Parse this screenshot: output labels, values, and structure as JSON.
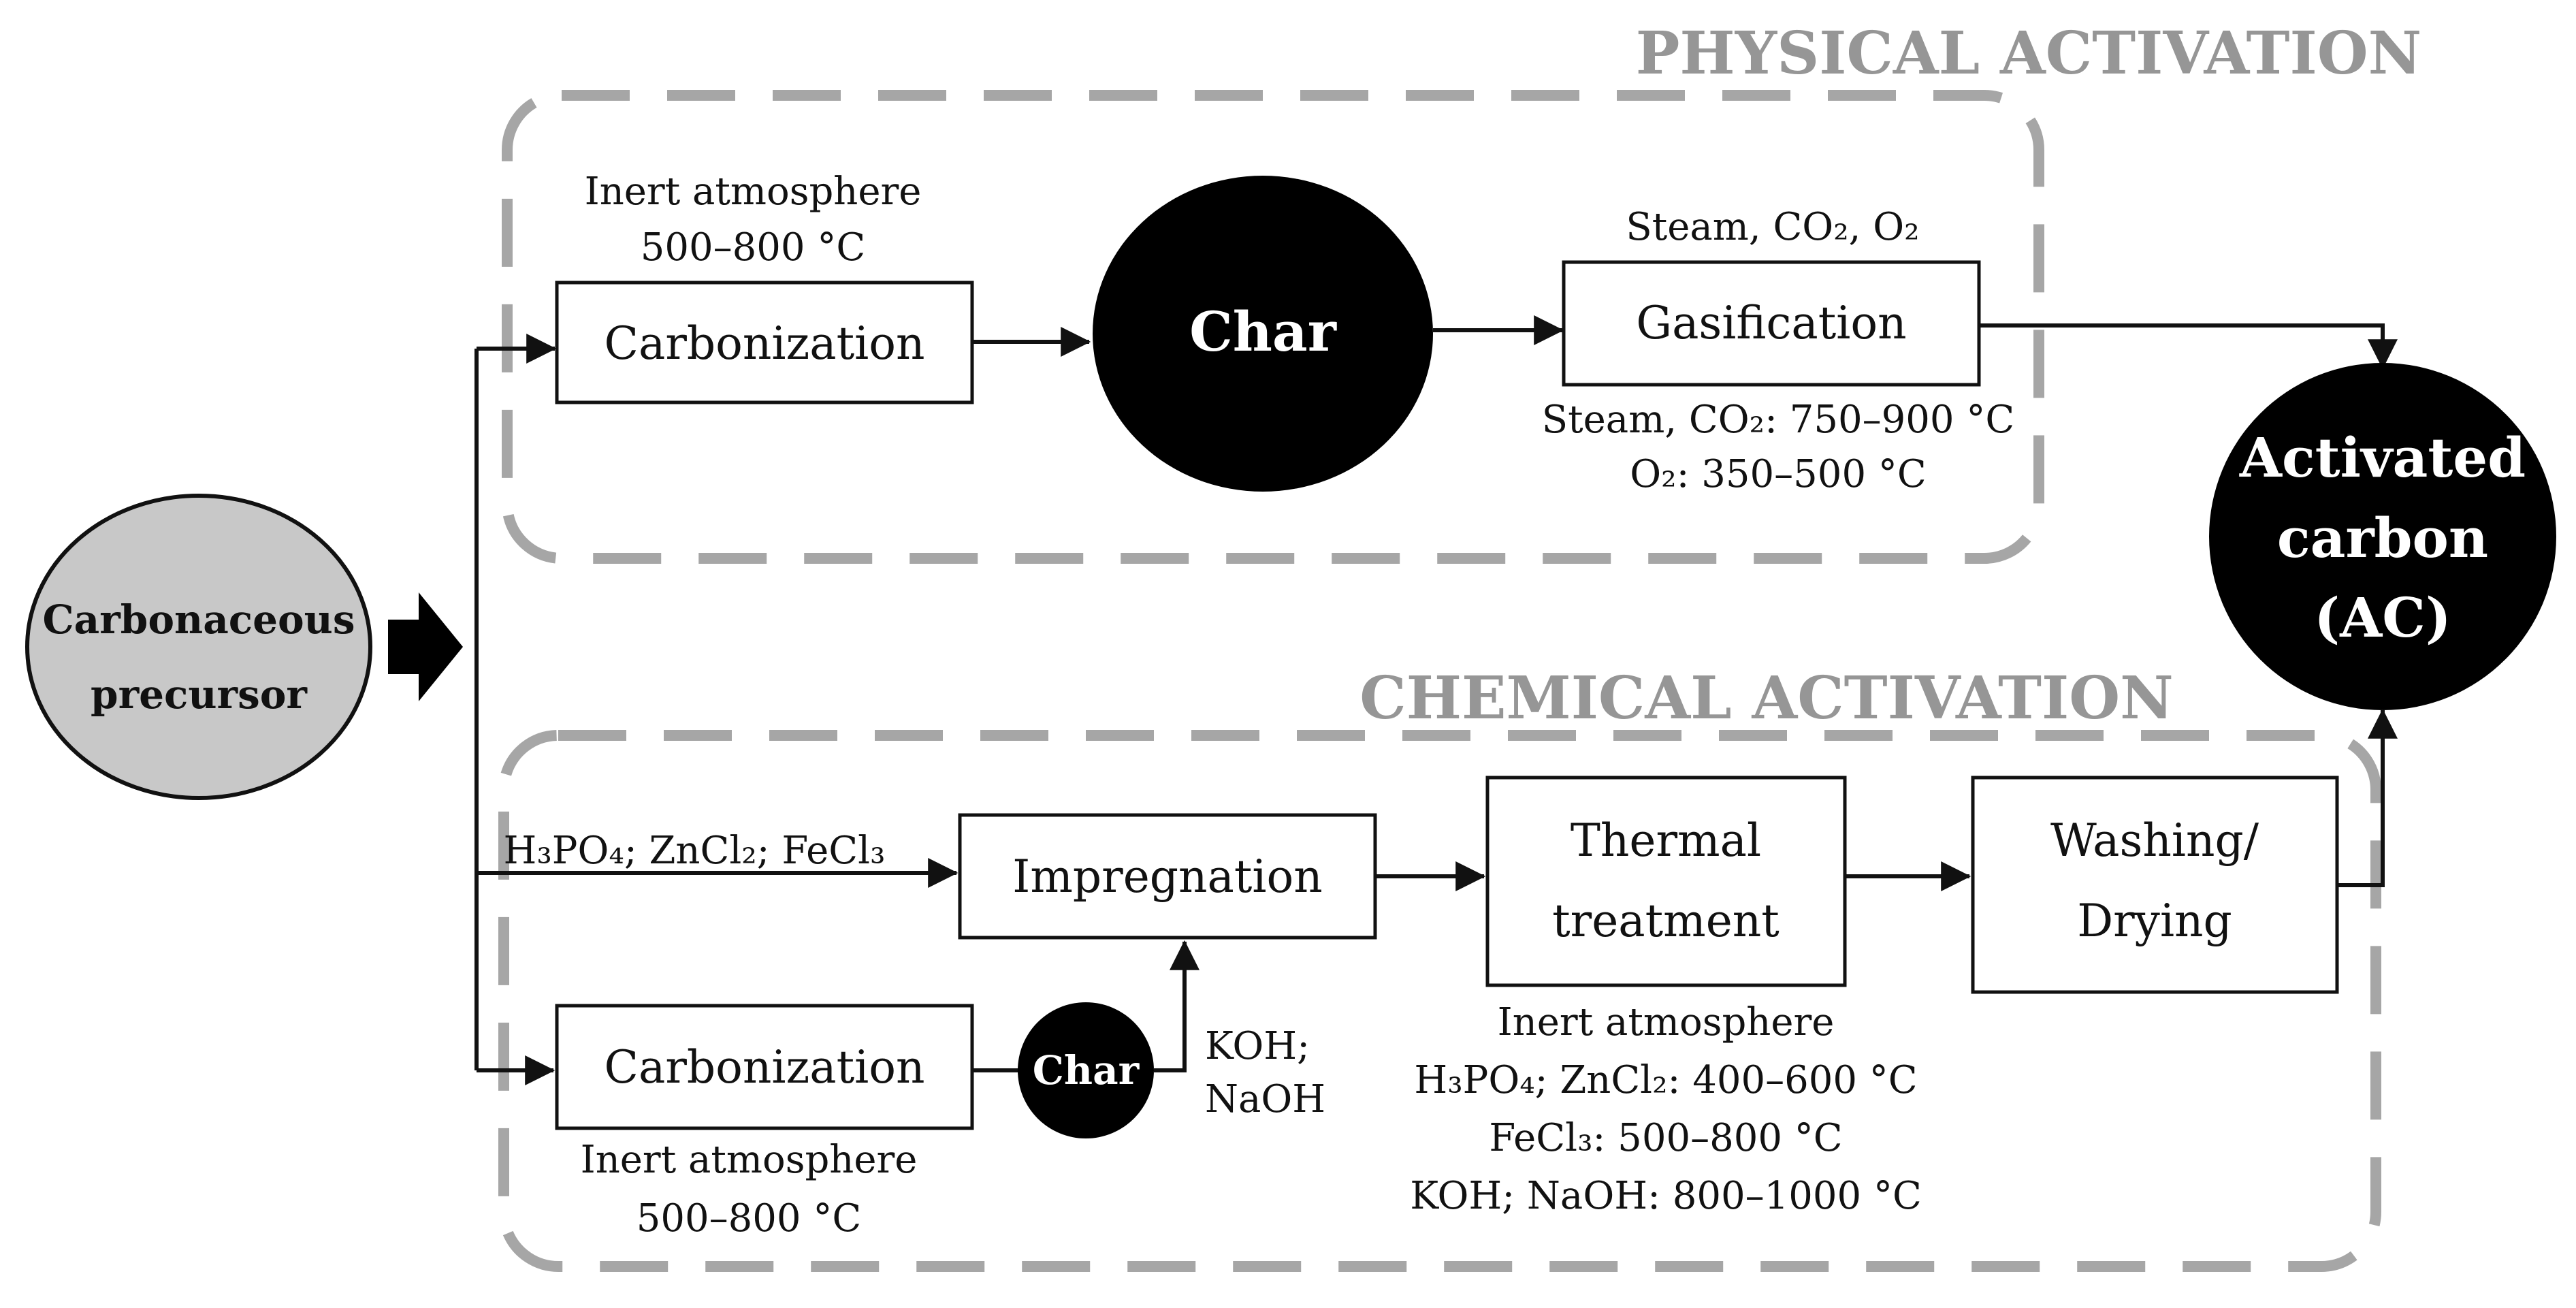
{
  "colors": {
    "section_title": "#969696",
    "dashed_border": "#a6a6a6",
    "precursor_fill": "#c8c8c8",
    "dark_node": "#000000",
    "line": "#111111"
  },
  "physical": {
    "title": "PHYSICAL ACTIVATION",
    "carbonization": "Carbonization",
    "carb_cond_1": "Inert atmosphere",
    "carb_cond_2": "500–800 °C",
    "char": "Char",
    "gas_agents": "Steam, CO₂, O₂",
    "gasification": "Gasification",
    "gas_cond_1": "Steam, CO₂: 750–900 °C",
    "gas_cond_2": "O₂: 350–500 °C"
  },
  "chemical": {
    "title": "CHEMICAL ACTIVATION",
    "agents_top": "H₃PO₄; ZnCl₂; FeCl₃",
    "impregnation": "Impregnation",
    "thermal_1": "Thermal",
    "thermal_2": "treatment",
    "washing_1": "Washing/",
    "washing_2": "Drying",
    "carbonization": "Carbonization",
    "carb_cond_1": "Inert atmosphere",
    "carb_cond_2": "500–800 °C",
    "char": "Char",
    "alkali_1": "KOH;",
    "alkali_2": "NaOH",
    "thermal_cond_1": "Inert atmosphere",
    "thermal_cond_2": "H₃PO₄; ZnCl₂: 400–600 °C",
    "thermal_cond_3": "FeCl₃: 500–800 °C",
    "thermal_cond_4": "KOH; NaOH: 800–1000 °C"
  },
  "precursor": {
    "line_1": "Carbonaceous",
    "line_2": "precursor"
  },
  "product": {
    "line_1": "Activated",
    "line_2": "carbon",
    "line_3": "(AC)"
  }
}
